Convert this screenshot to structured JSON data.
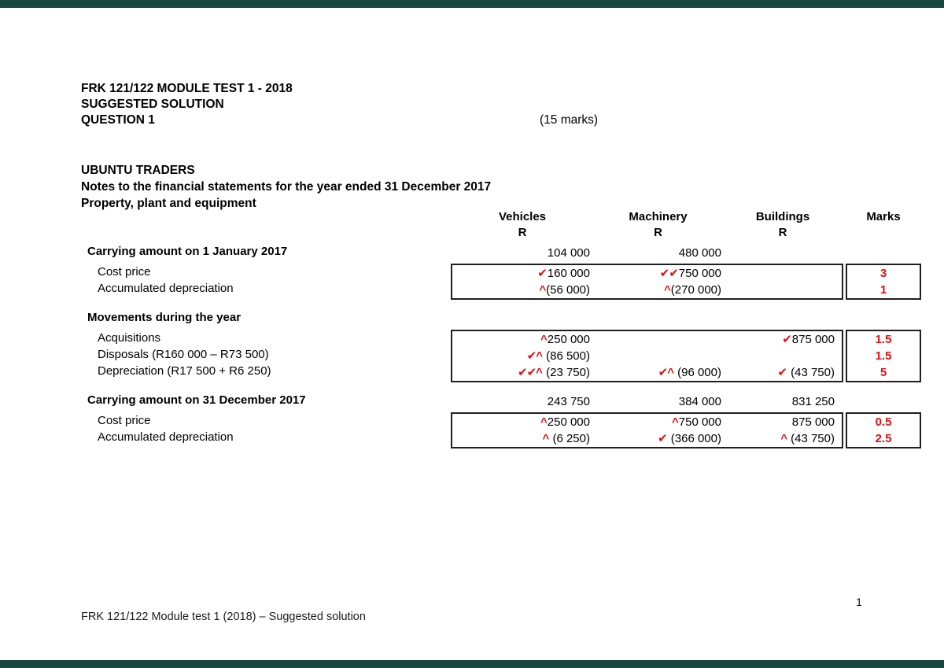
{
  "colors": {
    "accent_red": "#e20f0f",
    "edge_bar": "#17473d",
    "box_border": "#1f1f1f"
  },
  "header": {
    "line1": "FRK 121/122 MODULE TEST 1 - 2018",
    "line2": "SUGGESTED SOLUTION",
    "line3": "QUESTION 1",
    "marks_note": "(15 marks)"
  },
  "intro": {
    "company": "UBUNTU TRADERS",
    "note_title": "Notes to the financial statements for the year ended 31 December 2017",
    "section": "Property, plant and equipment"
  },
  "table": {
    "col_headers": [
      {
        "label": "Vehicles",
        "unit": "R"
      },
      {
        "label": "Machinery",
        "unit": "R"
      },
      {
        "label": "Buildings",
        "unit": "R"
      },
      {
        "label": "Marks",
        "unit": ""
      }
    ],
    "bands": [
      {
        "type": "row",
        "bold": true,
        "label": "Carrying amount on 1 January 2017",
        "cells": [
          {
            "v": "104 000"
          },
          {
            "v": "480 000"
          },
          {}
        ],
        "mark": ""
      },
      {
        "type": "box",
        "rows": [
          {
            "label": "Cost price",
            "cells": [
              {
                "s": "✔",
                "v": "160 000"
              },
              {
                "s": "✔✔",
                "v": "750 000"
              },
              {}
            ],
            "mark": "3"
          },
          {
            "label": "Accumulated depreciation",
            "cells": [
              {
                "s": "^",
                "v": "(56 000)"
              },
              {
                "s": "^",
                "v": "(270 000)"
              },
              {}
            ],
            "mark": "1"
          }
        ]
      },
      {
        "type": "spacer"
      },
      {
        "type": "row",
        "bold": true,
        "label": "Movements during the year",
        "cells": [
          {},
          {},
          {}
        ],
        "mark": ""
      },
      {
        "type": "box",
        "rows": [
          {
            "label": "Acquisitions",
            "cells": [
              {
                "s": "^",
                "v": "250 000"
              },
              {},
              {
                "s": "✔",
                "v": "875 000"
              }
            ],
            "mark": "1.5"
          },
          {
            "label": "Disposals (R160 000 – R73 500)",
            "cells": [
              {
                "s": "✔^",
                "v": " (86 500)"
              },
              {},
              {}
            ],
            "mark": "1.5"
          },
          {
            "label": "Depreciation (R17 500 + R6 250)",
            "cells": [
              {
                "s": "✔✔^",
                "v": " (23 750)"
              },
              {
                "s": "✔^",
                "v": " (96 000)"
              },
              {
                "s": "✔",
                "v": " (43 750)"
              }
            ],
            "mark": "5"
          }
        ]
      },
      {
        "type": "spacer"
      },
      {
        "type": "row",
        "bold": true,
        "label": "Carrying amount on 31 December 2017",
        "cells": [
          {
            "v": "243 750"
          },
          {
            "v": "384 000"
          },
          {
            "v": "831 250"
          }
        ],
        "mark": ""
      },
      {
        "type": "box",
        "rows": [
          {
            "label": "Cost price",
            "cells": [
              {
                "s": "^",
                "v": "250 000"
              },
              {
                "s": "^",
                "v": "750 000"
              },
              {
                "v": "875 000"
              }
            ],
            "mark": "0.5"
          },
          {
            "label": "Accumulated depreciation",
            "cells": [
              {
                "s": "^",
                "v": " (6 250)"
              },
              {
                "s": "✔",
                "v": " (366 000)"
              },
              {
                "s": "^",
                "v": " (43 750)"
              }
            ],
            "mark": "2.5"
          }
        ]
      }
    ]
  },
  "footer": {
    "left_text": "FRK 121/122 Module test 1 (2018) – Suggested solution",
    "page_number": "1"
  }
}
